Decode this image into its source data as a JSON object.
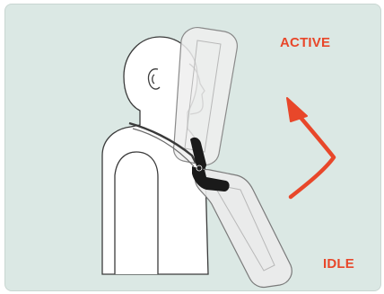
{
  "labels": {
    "active": "ACTIVE",
    "idle": "IDLE"
  },
  "colors": {
    "panel_background": "#dbe8e4",
    "panel_border": "#c8d6d1",
    "accent": "#e8472a",
    "outline": "#3b3b3b",
    "figure_fill": "#ffffff",
    "device_fill": "#ebebeb",
    "strap": "#1a1a1a"
  },
  "icons": {
    "direction_arrow": "curved-arrow-up"
  }
}
